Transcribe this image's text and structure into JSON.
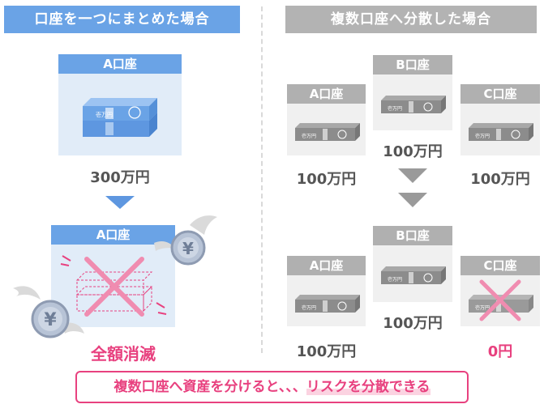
{
  "left": {
    "banner": "口座を一つにまとめた場合",
    "top_card": {
      "label": "A口座",
      "amount": "300万円"
    },
    "bottom_card": {
      "label": "A口座",
      "result": "全額消滅"
    }
  },
  "right": {
    "banner": "複数口座へ分散した場合",
    "top": [
      {
        "label": "A口座",
        "amount": "100万円"
      },
      {
        "label": "B口座",
        "amount": "100万円"
      },
      {
        "label": "C口座",
        "amount": "100万円"
      }
    ],
    "bottom": [
      {
        "label": "A口座",
        "amount": "100万円"
      },
      {
        "label": "B口座",
        "amount": "100万円"
      },
      {
        "label": "C口座",
        "amount": "0円"
      }
    ]
  },
  "footer": {
    "prefix": "複数口座へ資産を分けると、、、",
    "highlight": "リスクを分散できる"
  },
  "bill_text": "壱万円",
  "coin_symbol": "¥",
  "colors": {
    "blue": "#6aa3e6",
    "gray": "#b0b0b0",
    "pink": "#e8417f"
  }
}
